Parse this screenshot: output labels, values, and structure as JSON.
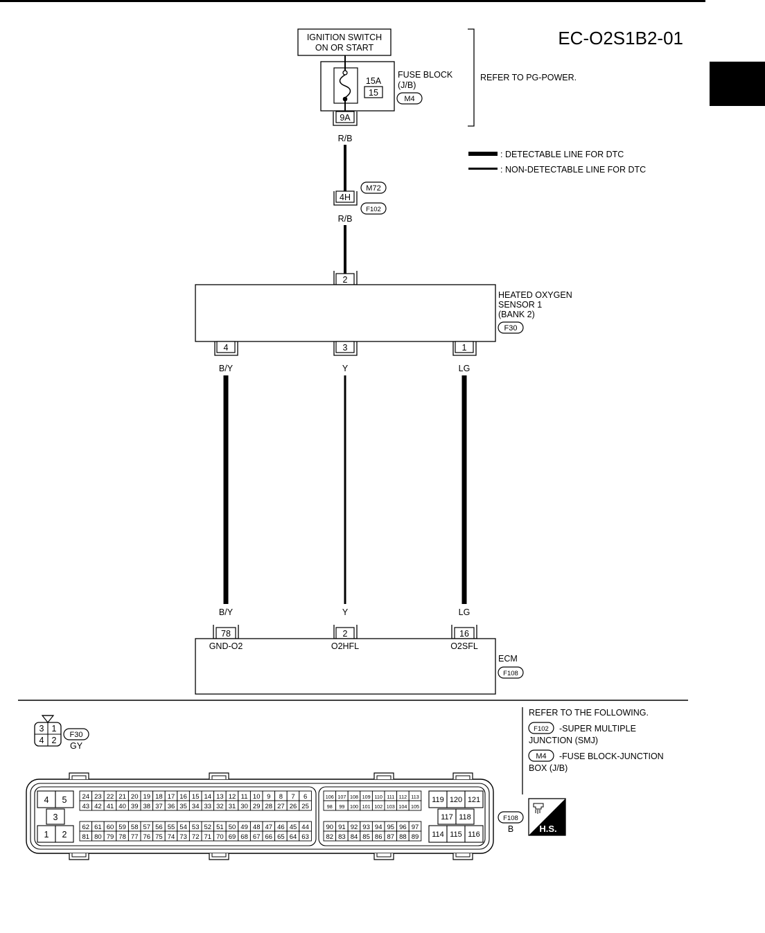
{
  "diagram_id": "EC-O2S1B2-01",
  "ignition": {
    "line1": "IGNITION SWITCH",
    "line2": "ON OR START"
  },
  "fuse_block": {
    "title": "FUSE BLOCK",
    "sub": "(J/B)",
    "connector": "M4",
    "amp": "15A",
    "fuse_no": "15",
    "terminal": "9A"
  },
  "refer_power": "REFER TO PG-POWER.",
  "legend": {
    "detectable": ": DETECTABLE LINE FOR DTC",
    "non_detectable": ": NON-DETECTABLE LINE FOR DTC"
  },
  "joint": {
    "terminal": "4H",
    "conn_top": "M72",
    "conn_bottom": "F102"
  },
  "wire_rb": "R/B",
  "sensor": {
    "line1": "HEATED OXYGEN",
    "line2": "SENSOR 1",
    "line3": "(BANK 2)",
    "connector": "F30",
    "top_terminal": "2",
    "terminals": [
      "4",
      "3",
      "1"
    ],
    "wires": [
      "B/Y",
      "Y",
      "LG"
    ]
  },
  "ecm": {
    "name": "ECM",
    "connector": "F108",
    "terminals": [
      "78",
      "2",
      "16"
    ],
    "pins": [
      "GND-O2",
      "O2HFL",
      "O2SFL"
    ]
  },
  "refer_following": {
    "title": "REFER TO THE FOLLOWING.",
    "item1_conn": "F102",
    "item1_line1": "-SUPER MULTIPLE",
    "item1_line2": "JUNCTION (SMJ)",
    "item2_conn": "M4",
    "item2_line1": "-FUSE BLOCK-JUNCTION",
    "item2_line2": "BOX (J/B)"
  },
  "f30_face": {
    "connector": "F30",
    "color": "GY",
    "cells": [
      "3",
      "1",
      "4",
      "2"
    ]
  },
  "f108_face": {
    "connector": "F108",
    "color": "B",
    "hs_label": "H.S."
  },
  "ecm_pinout": {
    "left_block": [
      "4",
      "5",
      "3",
      "1",
      "2"
    ],
    "row1": [
      "24",
      "23",
      "22",
      "21",
      "20",
      "19",
      "18",
      "17",
      "16",
      "15",
      "14",
      "13",
      "12",
      "11",
      "10",
      "9",
      "8",
      "7",
      "6"
    ],
    "row2": [
      "43",
      "42",
      "41",
      "40",
      "39",
      "38",
      "37",
      "36",
      "35",
      "34",
      "33",
      "32",
      "31",
      "30",
      "29",
      "28",
      "27",
      "26",
      "25"
    ],
    "row3": [
      "62",
      "61",
      "60",
      "59",
      "58",
      "57",
      "56",
      "55",
      "54",
      "53",
      "52",
      "51",
      "50",
      "49",
      "48",
      "47",
      "46",
      "45",
      "44"
    ],
    "row4": [
      "81",
      "80",
      "79",
      "78",
      "77",
      "76",
      "75",
      "74",
      "73",
      "72",
      "71",
      "70",
      "69",
      "68",
      "67",
      "66",
      "65",
      "64",
      "63"
    ],
    "row5": [
      "106",
      "107",
      "108",
      "109",
      "110",
      "111",
      "112",
      "113"
    ],
    "row6": [
      "98",
      "99",
      "100",
      "101",
      "102",
      "103",
      "104",
      "105"
    ],
    "row7": [
      "90",
      "91",
      "92",
      "93",
      "94",
      "95",
      "96",
      "97"
    ],
    "row8": [
      "82",
      "83",
      "84",
      "85",
      "86",
      "87",
      "88",
      "89"
    ],
    "right_top": [
      "119",
      "120",
      "121"
    ],
    "right_mid": [
      "117",
      "118"
    ],
    "right_bot": [
      "114",
      "115",
      "116"
    ]
  }
}
